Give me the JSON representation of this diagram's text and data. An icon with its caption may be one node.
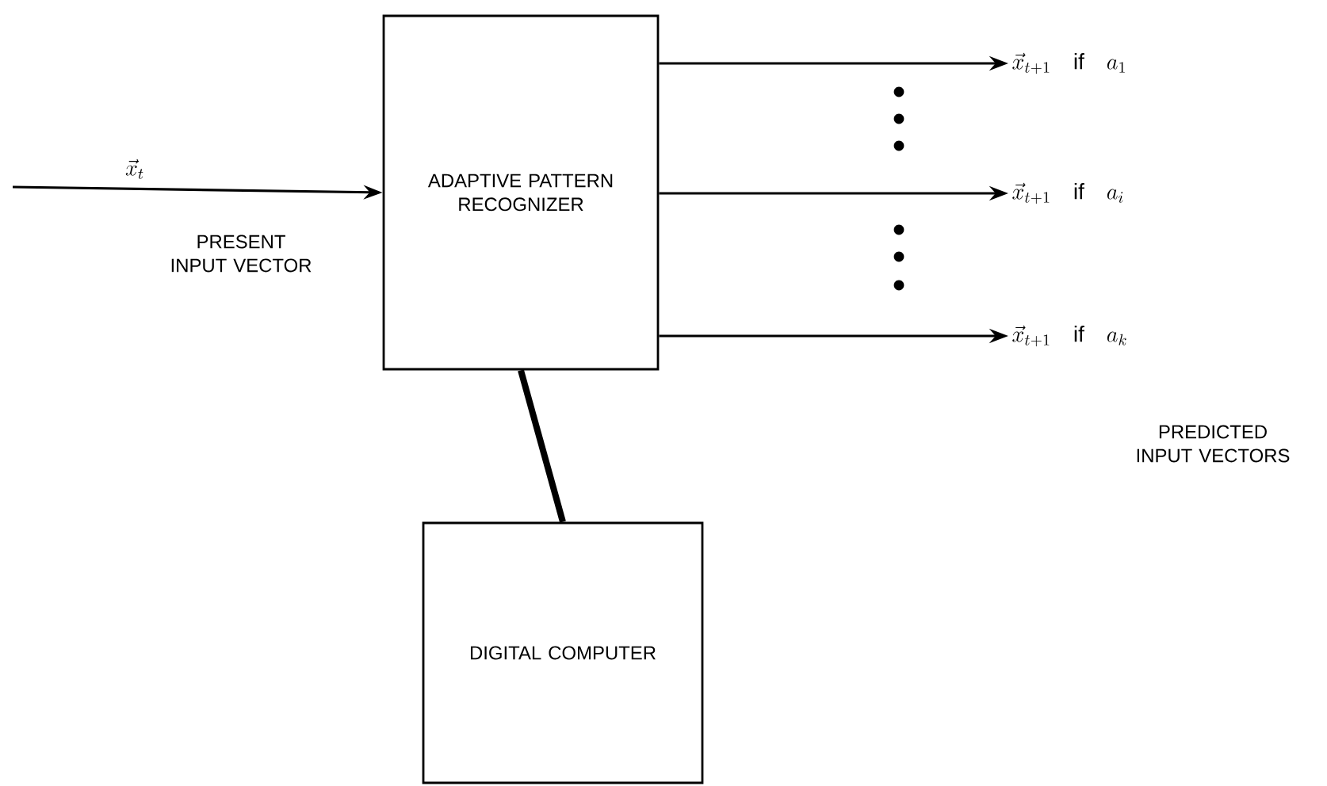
{
  "diagram": {
    "nodes": [
      {
        "text": [
          "ADAPTIVE PATTERN RECOGNIZER"
        ]
      },
      {
        "text": [
          "DIGITAL COMPUTER"
        ]
      },
      {
        "text": [
          "\\vec{x}_{t+1}\\quad\\mathrm{if}\\quad a_1"
        ]
      },
      {
        "text": [
          "\\vec{x}_{t+1}\\quad\\mathrm{if}\\quad a_i"
        ]
      },
      {
        "text": [
          "\\vec{x}_{t+1}\\quad\\mathrm{if}\\quad a_k"
        ]
      }
    ],
    "edges": [
      {
        "from": null,
        "to": 0,
        "arrow": "to",
        "label": "\\vec{x}_t"
      },
      {
        "from": 0,
        "to": 2,
        "arrow": "to"
      },
      {
        "from": 0,
        "to": 3,
        "arrow": "to"
      },
      {
        "from": 0,
        "to": 4,
        "arrow": "to"
      },
      {
        "from": 0,
        "to": 1,
        "arrow": "none",
        "style": "thick"
      }
    ],
    "labels": [
      "PRESENT INPUT VECTOR",
      "PREDICTED INPUT VECTORS"
    ]
  }
}
